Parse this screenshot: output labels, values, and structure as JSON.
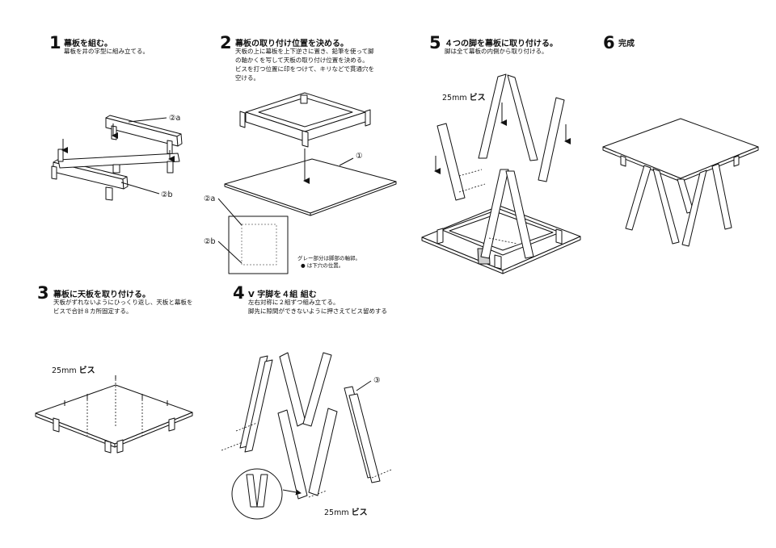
{
  "steps": [
    {
      "num": "1",
      "title": "幕板を組む。",
      "desc": [
        "幕板を井の字型に組み立てる。"
      ]
    },
    {
      "num": "2",
      "title": "幕板の取り付け位置を決める。",
      "desc": [
        "天板の上に幕板を上下逆さに置き、鉛筆を使って脚",
        "の軸かくを写して天板の取り付け位置を決める。",
        "ビスを打つ位置に印をつけて、キリなどで貫通穴を",
        "空ける。"
      ]
    },
    {
      "num": "3",
      "title": "幕板に天板を取り付ける。",
      "desc": [
        "天板がずれないようにひっくり返し、天板と幕板を",
        "ビスで合計８カ所固定する。"
      ]
    },
    {
      "num": "4",
      "title": "V 字脚を４組 組む",
      "desc": [
        "左右対称に２組ずつ組み立てる。",
        "脚先に隙間ができないように押さえてビス留めする"
      ]
    },
    {
      "num": "5",
      "title": "４つの脚を幕板に取り付ける。",
      "desc": [
        "脚は全て幕板の内側から取り付ける。"
      ]
    },
    {
      "num": "6",
      "title": "完成",
      "desc": []
    }
  ],
  "labels": {
    "part_2a": "②a",
    "part_2b": "②b",
    "part_1": "①",
    "part_3": "③",
    "gray_note": [
      "グレー部分は脚部の軸郭。",
      "● は下穴の位置。"
    ],
    "screw_size": "25mm",
    "screw_word": "ビス"
  },
  "colors": {
    "line": "#111111",
    "panel": "#ffffff",
    "gray_region": "#cfcfcf"
  }
}
